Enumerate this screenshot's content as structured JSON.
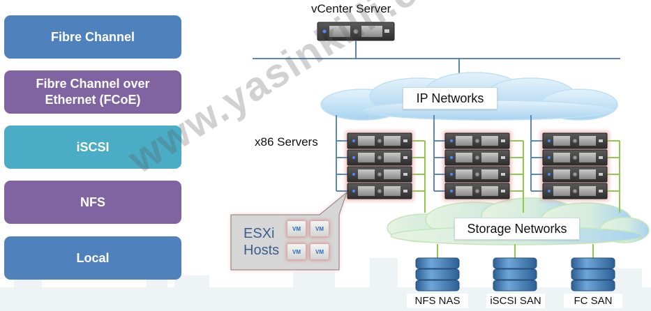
{
  "protocols": [
    {
      "label": "Fibre Channel",
      "color": "#4f81bd"
    },
    {
      "label": "Fibre Channel over\nEthernet (FCoE)",
      "color": "#8064a2"
    },
    {
      "label": "iSCSI",
      "color": "#4bacc6"
    },
    {
      "label": "NFS",
      "color": "#8064a2"
    },
    {
      "label": "Local",
      "color": "#4f81bd"
    }
  ],
  "diagram": {
    "vcenter_label": "vCenter Server",
    "ip_network_label": "IP Networks",
    "servers_label": "x86 Servers",
    "storage_network_label": "Storage Networks",
    "callout": {
      "title": "ESXi\nHosts",
      "vm_labels": [
        "VM",
        "VM",
        "VM",
        "VM"
      ]
    },
    "server_stacks": [
      {
        "name": "stack-1",
        "server_count": 4
      },
      {
        "name": "stack-2",
        "server_count": 4
      },
      {
        "name": "stack-3",
        "server_count": 4
      }
    ],
    "storage": [
      {
        "label": "NFS NAS"
      },
      {
        "label": "iSCSI SAN"
      },
      {
        "label": "FC SAN"
      }
    ],
    "colors": {
      "ip_link": "#5b86b5",
      "storage_link": "#92c84a",
      "server_glow": "#e58a8a",
      "disk": "#3f78b0"
    }
  },
  "watermark": "www.yasinkilli.com"
}
